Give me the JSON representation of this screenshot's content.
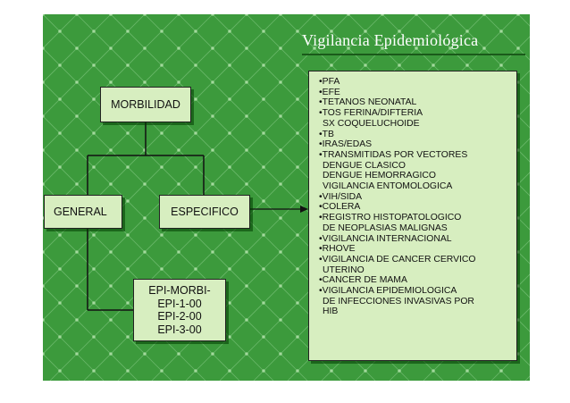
{
  "title": "Vigilancia Epidemiológica",
  "nodes": {
    "morbilidad": "MORBILIDAD",
    "general": "GENERAL",
    "especifico": "ESPECIFICO",
    "epi": [
      "EPI-MORBI-",
      "EPI-1-00",
      "EPI-2-00",
      "EPI-3-00"
    ]
  },
  "list": [
    "•PFA",
    "•EFE",
    "•TETANOS NEONATAL",
    "•TOS FERINA/DIFTERIA",
    " SX COQUELUCHOIDE",
    "•TB",
    "•IRAS/EDAS",
    "•TRANSMITIDAS POR VECTORES",
    " DENGUE CLASICO",
    " DENGUE HEMORRAGICO",
    " VIGILANCIA ENTOMOLOGICA",
    "•VIH/SIDA",
    "•COLERA",
    "•REGISTRO HISTOPATOLOGICO",
    " DE NEOPLASIAS MALIGNAS",
    "•VIGILANCIA INTERNACIONAL",
    "•RHOVE",
    "•VIGILANCIA DE CANCER CERVICO",
    " UTERINO",
    "•CANCER DE MAMA",
    "•VIGILANCIA EPIDEMIOLOGICA",
    " DE INFECCIONES INVASIVAS POR",
    " HIB"
  ],
  "colors": {
    "background": "#3c9a3c",
    "box_fill": "#d7eec0",
    "net": "#8fcf8f"
  }
}
